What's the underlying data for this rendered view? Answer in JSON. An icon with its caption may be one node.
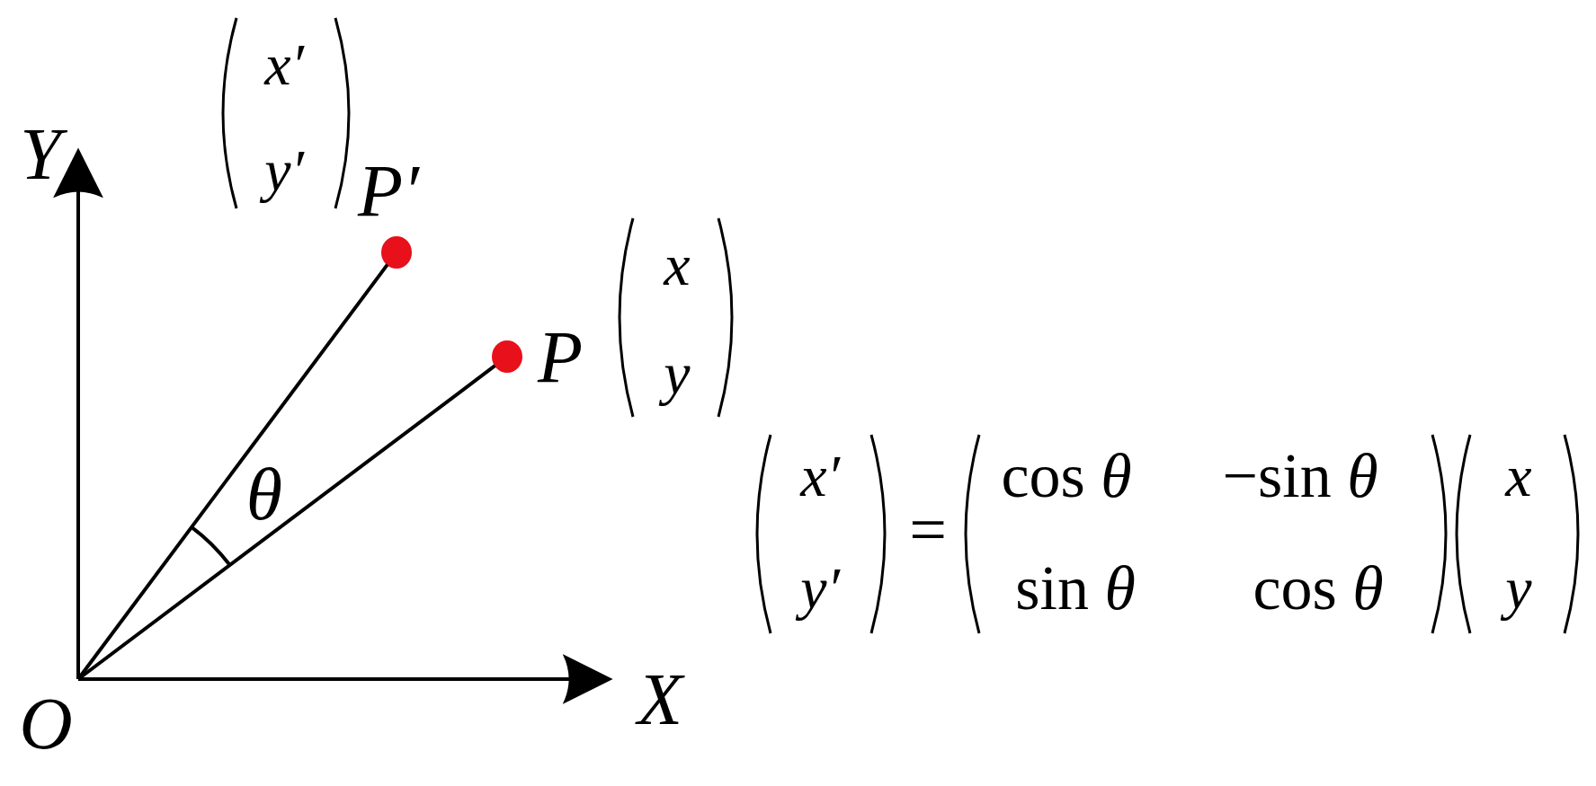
{
  "diagram": {
    "nodes": [
      {
        "text": [
          "O"
        ]
      },
      {
        "text": [],
        "shape": "circle",
        "beside": [
          "P′"
        ]
      },
      {
        "text": [],
        "shape": "circle",
        "beside": [
          "P"
        ]
      }
    ],
    "edges": [
      {
        "from": 0,
        "to": 1,
        "arrow": "none"
      },
      {
        "from": 0,
        "to": 2,
        "arrow": "none"
      }
    ],
    "labels": [
      "x′",
      "y′",
      "Y",
      "x",
      "y",
      "θ",
      "X",
      "x′",
      "=",
      "cos *θ*",
      "−sin *θ*",
      "y′",
      "sin *θ*",
      "cos *θ*",
      "x",
      "y"
    ]
  }
}
